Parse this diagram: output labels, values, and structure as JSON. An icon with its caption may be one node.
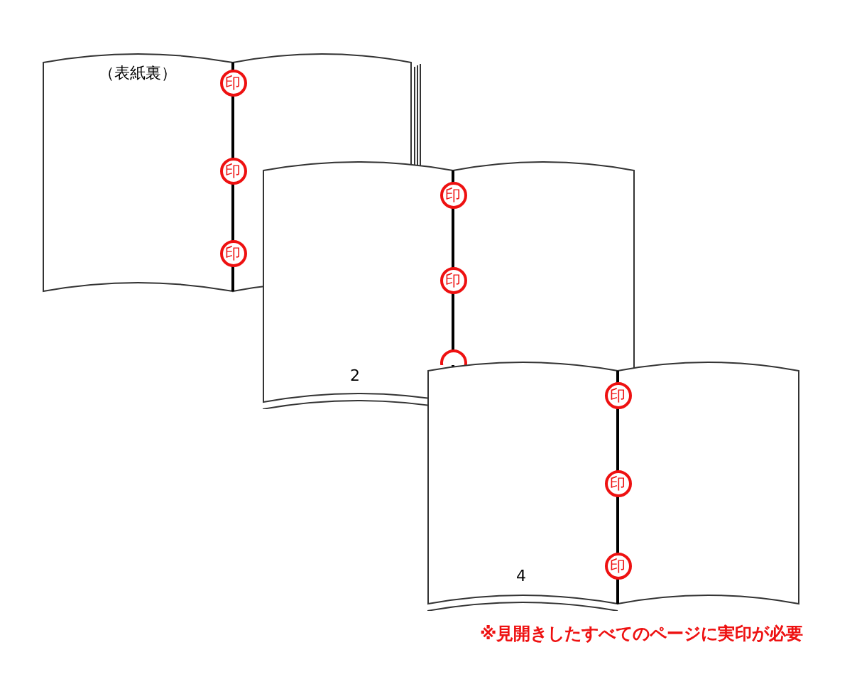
{
  "diagram": {
    "nodes": [
      {
        "text": [
          "（表紙裏）"
        ]
      },
      {
        "text": [
          "印"
        ],
        "in": 0
      },
      {
        "text": [
          "印"
        ],
        "in": 0
      },
      {
        "text": [
          "印"
        ],
        "in": 0
      },
      {
        "text": [
          "2"
        ]
      },
      {
        "text": [
          "印"
        ],
        "in": 4
      },
      {
        "text": [
          "印"
        ],
        "in": 4
      },
      {
        "text": [],
        "shape": "circle",
        "in": 4
      },
      {
        "text": [
          "4"
        ]
      },
      {
        "text": [
          "印"
        ]
      },
      {
        "text": [
          "印"
        ],
        "in": 8
      },
      {
        "text": [
          "印"
        ],
        "in": 8
      }
    ],
    "edges": [],
    "labels": [
      "※見開きしたすべてのページに実印が必要"
    ]
  }
}
